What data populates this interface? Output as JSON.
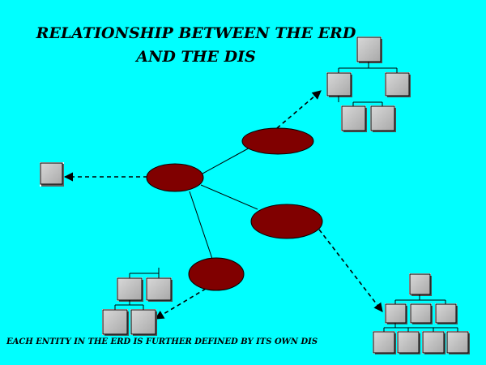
{
  "title": {
    "line1": "RELATIONSHIP BETWEEN THE ERD",
    "line2": "AND THE DIS"
  },
  "footnote": "EACH ENTITY IN THE ERD IS FURTHER DEFINED BY ITS OWN DIS",
  "colors": {
    "background": "#00FFFF",
    "entity_fill": "#800000",
    "box_fill": "#C0C0C0",
    "line": "#000000"
  }
}
